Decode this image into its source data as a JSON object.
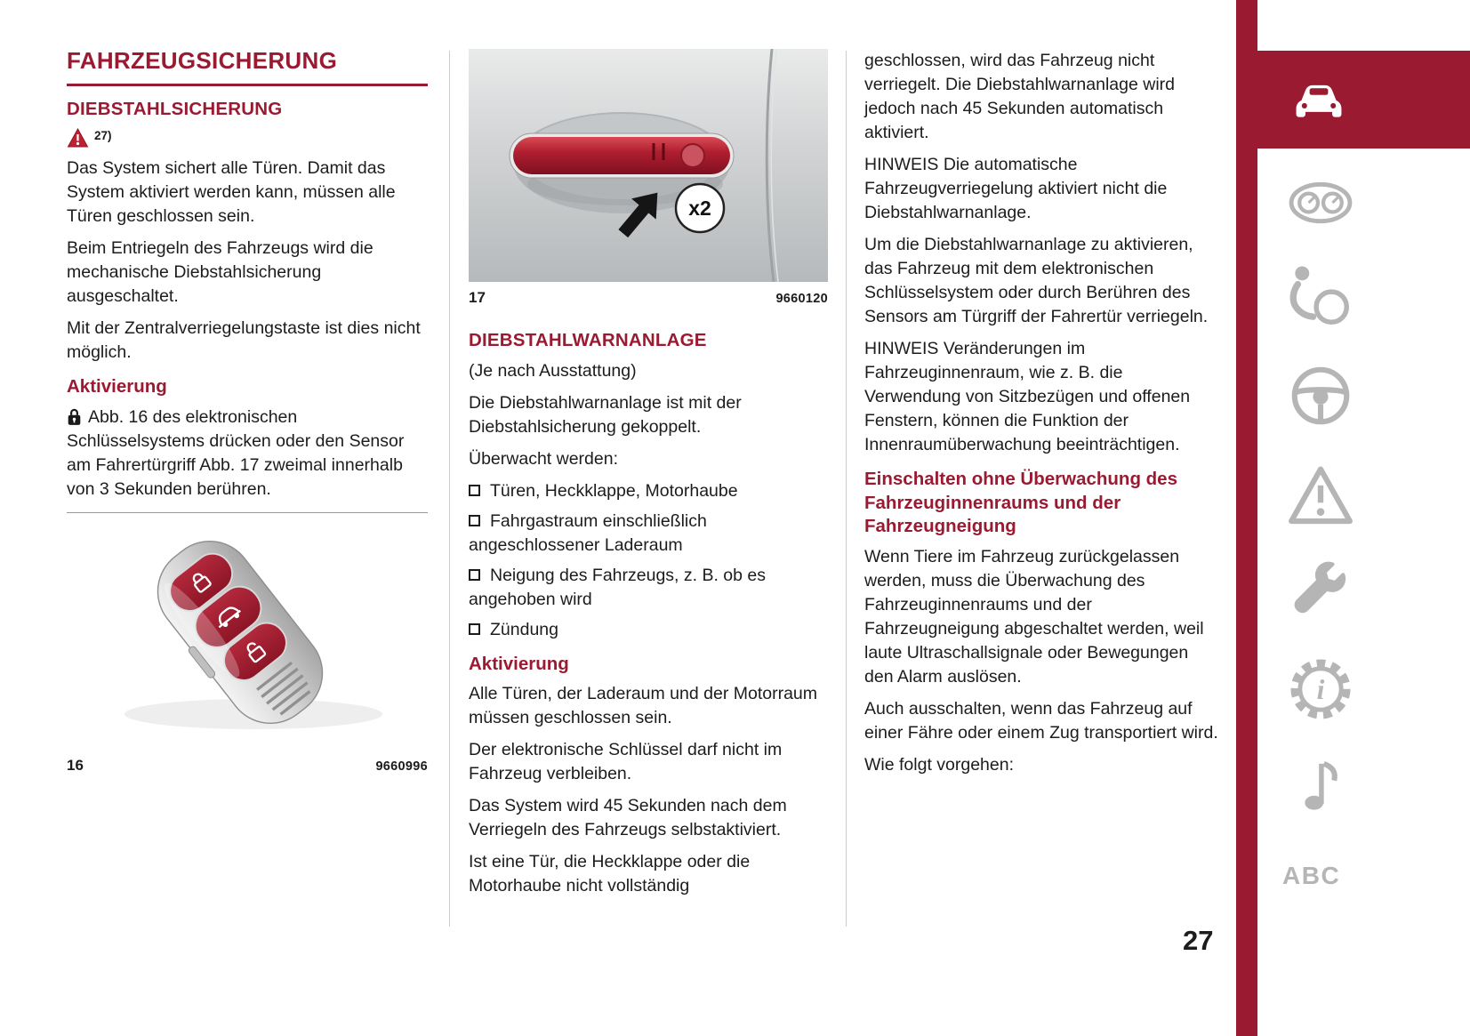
{
  "page": {
    "number": "27",
    "accent_color": "#9a1a32",
    "icon_gray": "#b5b5b5"
  },
  "col1": {
    "blocks": [
      {
        "type": "h1",
        "text": "FAHRZEUGSICHERUNG"
      },
      {
        "type": "h2",
        "text": "DIEBSTAHLSICHERUNG"
      },
      {
        "type": "warn",
        "text": "27)"
      },
      {
        "type": "p",
        "text": "Das System sichert alle Türen. Damit das System aktiviert werden kann, müssen alle Türen geschlossen sein."
      },
      {
        "type": "p",
        "text": "Beim Entriegeln des Fahrzeugs wird die mechanische Diebstahlsicherung ausgeschaltet."
      },
      {
        "type": "p",
        "text": "Mit der Zentralverriegelungstaste ist dies nicht möglich."
      },
      {
        "type": "h3",
        "text": "Aktivierung"
      },
      {
        "type": "plock",
        "text": "Abb. 16 des elektronischen Schlüsselsystems drücken oder den Sensor am Fahrertürgriff Abb. 17 zweimal innerhalb von 3 Sekunden berühren."
      },
      {
        "type": "hr"
      }
    ],
    "figure": {
      "number": "16",
      "code": "9660996",
      "alt": "key-fob"
    }
  },
  "col2": {
    "figure": {
      "number": "17",
      "code": "9660120",
      "alt": "door-handle",
      "badge": "x2"
    },
    "blocks": [
      {
        "type": "h2",
        "text": "DIEBSTAHLWARNANLAGE"
      },
      {
        "type": "p",
        "text": "(Je nach Ausstattung)"
      },
      {
        "type": "p",
        "text": "Die Diebstahlwarnanlage ist mit der Diebstahlsicherung gekoppelt."
      },
      {
        "type": "p",
        "text": "Überwacht werden:"
      },
      {
        "type": "ul",
        "items": [
          "Türen, Heckklappe, Motorhaube",
          "Fahrgastraum einschließlich angeschlossener Laderaum",
          "Neigung des Fahrzeugs, z. B. ob es angehoben wird",
          "Zündung"
        ]
      },
      {
        "type": "h3",
        "text": "Aktivierung"
      },
      {
        "type": "p",
        "text": "Alle Türen, der Laderaum und der Motorraum müssen geschlossen sein."
      },
      {
        "type": "p",
        "text": "Der elektronische Schlüssel darf nicht im Fahrzeug verbleiben."
      },
      {
        "type": "p",
        "text": "Das System wird 45 Sekunden nach dem Verriegeln des Fahrzeugs selbstaktiviert."
      },
      {
        "type": "p",
        "text": "Ist eine Tür, die Heckklappe oder die Motorhaube nicht vollständig"
      }
    ]
  },
  "col3": {
    "blocks": [
      {
        "type": "p",
        "text": "geschlossen, wird das Fahrzeug nicht verriegelt. Die Diebstahlwarnanlage wird jedoch nach 45 Sekunden automatisch aktiviert."
      },
      {
        "type": "p",
        "text": "HINWEIS Die automatische Fahrzeugverriegelung aktiviert nicht die Diebstahlwarnanlage."
      },
      {
        "type": "p",
        "text": "Um die Diebstahlwarnanlage zu aktivieren, das Fahrzeug mit dem elektronischen Schlüsselsystem oder durch Berühren des Sensors am Türgriff der Fahrertür verriegeln."
      },
      {
        "type": "p",
        "text": "HINWEIS Veränderungen im Fahrzeuginnenraum, wie z. B. die Verwendung von Sitzbezügen und offenen Fenstern, können die Funktion der Innenraumüberwachung beeinträchtigen."
      },
      {
        "type": "h3",
        "text": "Einschalten ohne Überwachung des Fahrzeuginnenraums und der Fahrzeugneigung"
      },
      {
        "type": "p",
        "text": "Wenn Tiere im Fahrzeug zurückgelassen werden, muss die Überwachung des Fahrzeuginnenraums und der Fahrzeugneigung abgeschaltet werden, weil laute Ultraschallsignale oder Bewegungen den Alarm auslösen."
      },
      {
        "type": "p",
        "text": "Auch ausschalten, wenn das Fahrzeug auf einer Fähre oder einem Zug transportiert wird."
      },
      {
        "type": "p",
        "text": "Wie folgt vorgehen:"
      }
    ]
  },
  "sidebar": {
    "items": [
      {
        "name": "car",
        "active": true
      },
      {
        "name": "instruments",
        "active": false
      },
      {
        "name": "airbag",
        "active": false
      },
      {
        "name": "steering-wheel",
        "active": false
      },
      {
        "name": "warning-triangle",
        "active": false
      },
      {
        "name": "wrench",
        "active": false
      },
      {
        "name": "gear-info",
        "active": false
      },
      {
        "name": "music-note",
        "active": false
      },
      {
        "name": "abc",
        "active": false,
        "label": "ABC"
      }
    ]
  }
}
